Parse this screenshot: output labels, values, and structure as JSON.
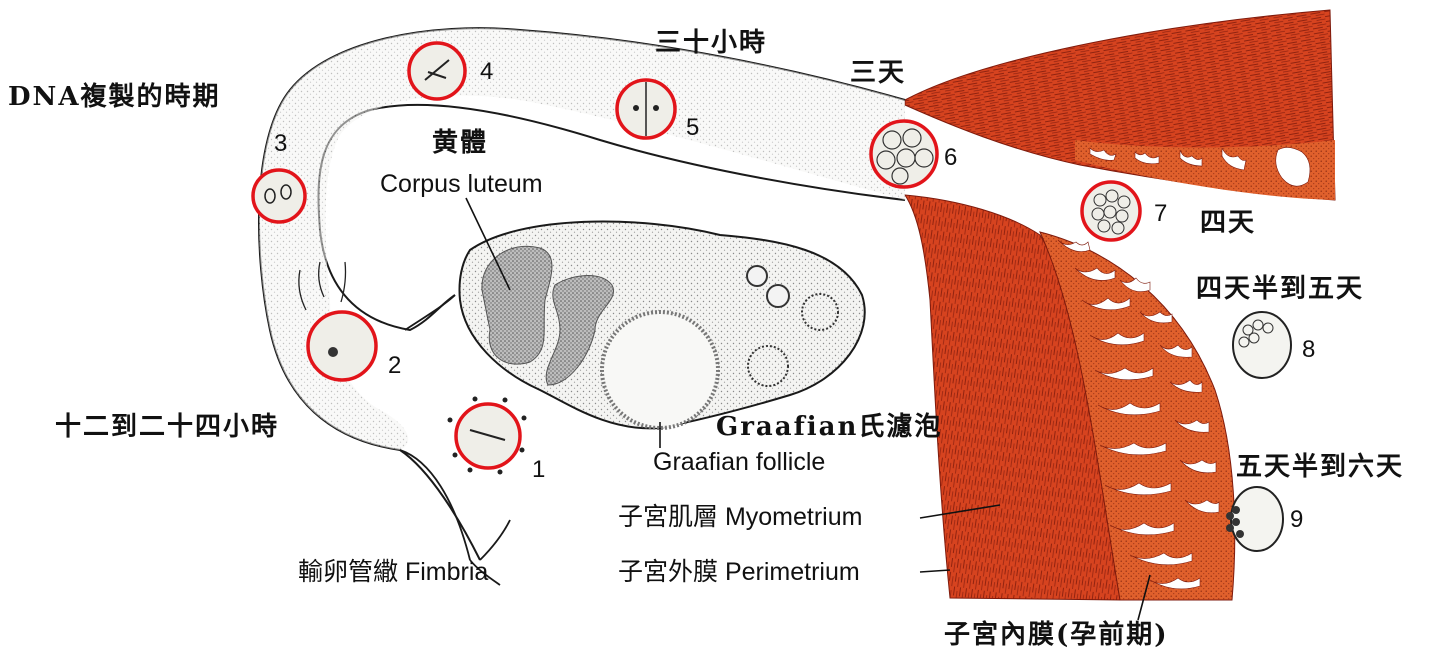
{
  "colors": {
    "tissue_red": "#d84a22",
    "tissue_dark": "#a82814",
    "endometrium": "#e0602c",
    "outline": "#1a1a1a",
    "stipple": "#c9c9c9",
    "highlight_ring": "#e2141a"
  },
  "labels": {
    "dna_phase": "DNA複製的時期",
    "thirty_hours": "三十小時",
    "three_days": "三天",
    "four_days": "四天",
    "four_half_to_five": "四天半到五天",
    "five_half_to_six": "五天半到六天",
    "twelve_to_24_hours": "十二到二十四小時",
    "corpus_luteum_zh": "黄體",
    "corpus_luteum_en": "Corpus luteum",
    "graafian_zh": "Graafian氏濾泡",
    "graafian_en": "Graafian follicle",
    "myometrium": "子宮肌層 Myometrium",
    "perimetrium": "子宮外膜 Perimetrium",
    "endometrium": "子宮內膜(孕前期)",
    "fimbria": "輸卵管繖 Fimbria"
  },
  "stages": [
    "1",
    "2",
    "3",
    "4",
    "5",
    "6",
    "7",
    "8",
    "9"
  ]
}
